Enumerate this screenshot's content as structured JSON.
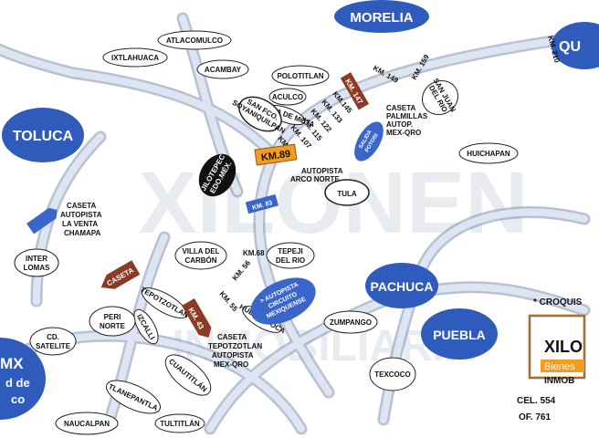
{
  "colors": {
    "road": "#c8d2e6",
    "road_edge": "#7f8fb0",
    "city_fill": "#2f5bbd",
    "city_text": "#ffffff",
    "oval_stroke": "#222222",
    "km_orange": "#f39c1f",
    "arrow_brown": "#8c3a26",
    "km_blue": "#3b66c9",
    "watermark": "#d7dbe3",
    "card_orange": "#f39c1f",
    "card_blue": "#1f4aa8"
  },
  "cities": {
    "morelia": "MORELIA",
    "queretaro": "QU",
    "toluca": "TOLUCA",
    "pachuca": "PACHUCA",
    "puebla": "PUEBLA",
    "cdmx_line1": "MX",
    "cdmx_line2": "d de",
    "cdmx_line3": "co"
  },
  "towns": {
    "atlacomulco": "ATLACOMULCO",
    "ixtlahuaca": "IXTLAHUACA",
    "acambay": "ACAMBAY",
    "polotitlan": "POLOTITLAN",
    "aculco": "ACULCO",
    "chapa": "CHAPA DE MOTA",
    "san_fco_1": "SAN FCO.",
    "san_fco_2": "SOYANIQUILPAN",
    "tula": "TULA",
    "huichapan": "HUICHAPAN",
    "san_juan_1": "SAN JUAN",
    "san_juan_2": "DEL RIO",
    "jilotepec_1": "JILOTEPEC",
    "jilotepec_2": "EDO.MÉX.",
    "villa_1": "VILLA DEL",
    "villa_2": "CARBÓN",
    "tepeji_1": "TEPEJI",
    "tepeji_2": "DEL RIO",
    "inter_1": "INTER",
    "inter_2": "LOMAS",
    "tepotzotlan": "TEPOTZOTLAN",
    "izcalli": "IZCALLI",
    "peri_1": "PERI",
    "peri_2": "NORTE",
    "satelite_1": "CD.",
    "satelite_2": "SATELITE",
    "cuautitlan": "CUAUTITLÁN",
    "tlanepantla": "TLANEPANTLA",
    "naucalpan": "NAUCALPAN",
    "tultitlan": "TULTITLÁN",
    "huehuetoca": "HUEHUETOCA",
    "zumpango": "ZUMPANGO",
    "texcoco": "TEXCOCO"
  },
  "km": {
    "km210": "KM. 210",
    "km159": "KM. 159",
    "km149": "KM. 149",
    "km147": "KM. 147",
    "km145": "KM.145",
    "km133": "KM. 133",
    "km122": "KM. 122",
    "km115": "KM. 115",
    "km107": "KM. 107",
    "km97": "KM. 97",
    "km89": "KM.89",
    "km83": "KM. 83",
    "km68": "KM.68",
    "km56": "KM. 56",
    "km55": "KM. 55",
    "km43": "KM. 43"
  },
  "notes": {
    "salida_1": "SALIDA",
    "salida_2": "POTOSI",
    "caseta_palmillas": [
      "CASETA",
      "PALMILLAS",
      "AUTOP.",
      "MEX-QRO"
    ],
    "arco_norte": [
      "AUTOPISTA",
      "ARCO NORTE"
    ],
    "caseta_chamapa": [
      "CASETA",
      "AUTOPISTA",
      "LA VENTA",
      "CHAMAPA"
    ],
    "caseta_tepotzotlan": [
      "CASETA",
      "TEPOTZOTLAN",
      "AUTOPISTA",
      "MEX-QRO"
    ],
    "caseta_arrow": "CASETA",
    "circuito": [
      "> AUTOPISTA",
      "CIRCUITO",
      "MEXIQUENSE"
    ]
  },
  "watermark": {
    "line1": "XILONEN",
    "line2": "INMOBILIARIA"
  },
  "card": {
    "croquis": "* CROQUIS",
    "logo": "XILO",
    "bienes": "Bienes",
    "inmo": "INMOB",
    "cel": "CEL.  554",
    "of": "OF.  761"
  }
}
